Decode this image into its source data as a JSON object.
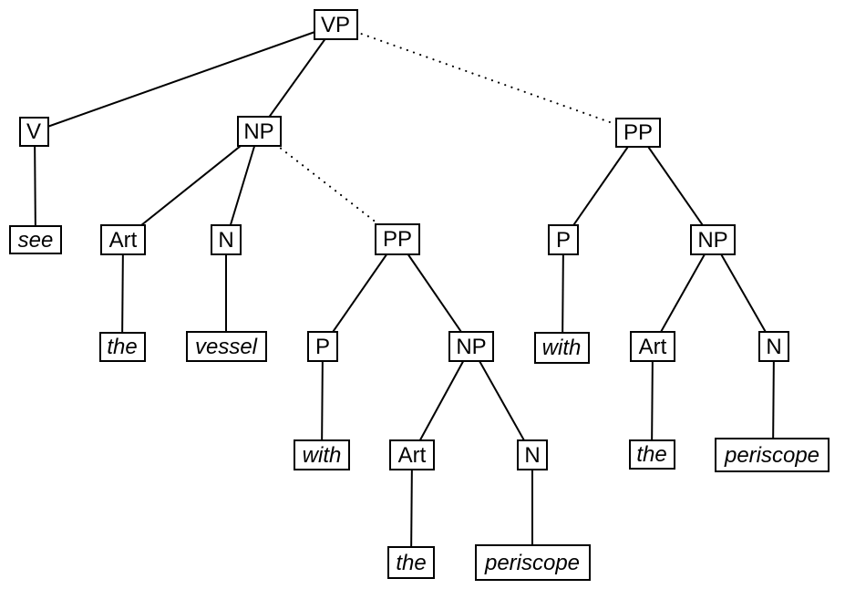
{
  "colors": {
    "background": "#ffffff",
    "line": "#000000",
    "box_fill": "#ffffff",
    "box_border": "#000000",
    "text": "#000000"
  },
  "nodes": {
    "vp": "VP",
    "v": "V",
    "see": "see",
    "np_object": "NP",
    "art_object": "Art",
    "n_object": "N",
    "the_object": "the",
    "vessel": "vessel",
    "pp_low": "PP",
    "p_low": "P",
    "with_low": "with",
    "np_low": "NP",
    "art_low": "Art",
    "n_low": "N",
    "the_low": "the",
    "periscope_low": "periscope",
    "pp_high": "PP",
    "p_high": "P",
    "with_high": "with",
    "np_high": "NP",
    "art_high": "Art",
    "n_high": "N",
    "the_high": "the",
    "periscope_high": "periscope"
  },
  "tree": {
    "label": "VP",
    "children": [
      {
        "label": "V",
        "edge": "solid",
        "children": [
          {
            "label": "see",
            "terminal": true,
            "edge": "solid"
          }
        ]
      },
      {
        "label": "NP",
        "edge": "solid",
        "children": [
          {
            "label": "Art",
            "edge": "solid",
            "children": [
              {
                "label": "the",
                "terminal": true,
                "edge": "solid"
              }
            ]
          },
          {
            "label": "N",
            "edge": "solid",
            "children": [
              {
                "label": "vessel",
                "terminal": true,
                "edge": "solid"
              }
            ]
          },
          {
            "label": "PP",
            "edge": "dotted",
            "children": [
              {
                "label": "P",
                "edge": "solid",
                "children": [
                  {
                    "label": "with",
                    "terminal": true,
                    "edge": "solid"
                  }
                ]
              },
              {
                "label": "NP",
                "edge": "solid",
                "children": [
                  {
                    "label": "Art",
                    "edge": "solid",
                    "children": [
                      {
                        "label": "the",
                        "terminal": true,
                        "edge": "solid"
                      }
                    ]
                  },
                  {
                    "label": "N",
                    "edge": "solid",
                    "children": [
                      {
                        "label": "periscope",
                        "terminal": true,
                        "edge": "solid"
                      }
                    ]
                  }
                ]
              }
            ]
          }
        ]
      },
      {
        "label": "PP",
        "edge": "dotted",
        "children": [
          {
            "label": "P",
            "edge": "solid",
            "children": [
              {
                "label": "with",
                "terminal": true,
                "edge": "solid"
              }
            ]
          },
          {
            "label": "NP",
            "edge": "solid",
            "children": [
              {
                "label": "Art",
                "edge": "solid",
                "children": [
                  {
                    "label": "the",
                    "terminal": true,
                    "edge": "solid"
                  }
                ]
              },
              {
                "label": "N",
                "edge": "solid",
                "children": [
                  {
                    "label": "periscope",
                    "terminal": true,
                    "edge": "solid"
                  }
                ]
              }
            ]
          }
        ]
      }
    ]
  }
}
